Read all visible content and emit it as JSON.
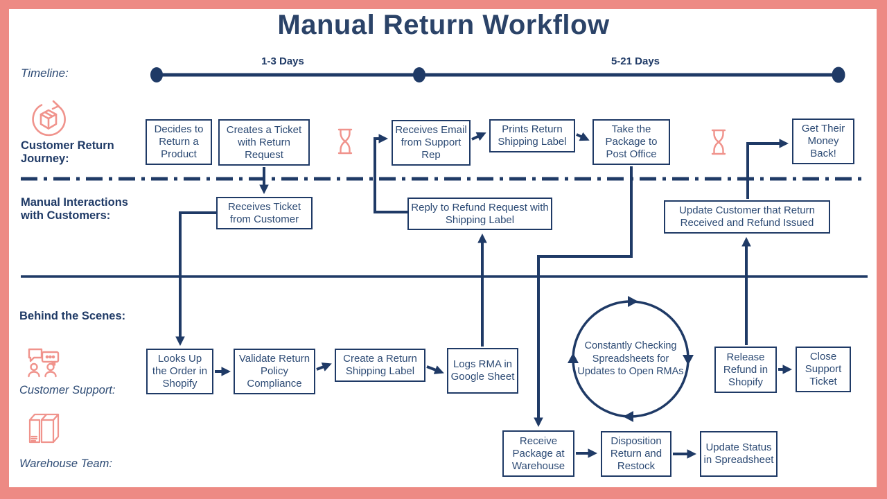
{
  "title": "Manual Return Workflow",
  "colors": {
    "navy": "#1f3a66",
    "navy_text": "#2c4a74",
    "coral_border": "#ed8a84",
    "coral_icon": "#f0938c",
    "background": "#ffffff"
  },
  "timeline": {
    "label": "Timeline:",
    "segment1": "1-3 Days",
    "segment2": "5-21 Days"
  },
  "lanes": {
    "customer_journey": "Customer Return Journey:",
    "manual_interactions": "Manual Interactions with Customers:",
    "behind_the_scenes": "Behind the Scenes:",
    "customer_support": "Customer Support:",
    "warehouse_team": "Warehouse Team:"
  },
  "icons": {
    "customer_journey": "return-package-icon",
    "wait_1": "hourglass-icon",
    "wait_2": "hourglass-icon",
    "customer_support": "support-chat-icon",
    "warehouse_team": "warehouse-boxes-icon"
  },
  "nodes": {
    "decides": "Decides to Return a Product",
    "creates_ticket": "Creates a Ticket with Return Request",
    "receives_email": "Receives Email from Support Rep",
    "prints_label": "Prints Return Shipping Label",
    "take_package": "Take the Package to Post Office",
    "get_money": "Get Their Money Back!",
    "receives_ticket": "Receives Ticket from Customer",
    "reply_refund": "Reply to Refund Request with Shipping Label",
    "update_customer": "Update Customer that Return Received and Refund Issued",
    "looks_up": "Looks Up the Order in Shopify",
    "validate": "Validate Return Policy Compliance",
    "create_label": "Create a Return Shipping Label",
    "logs_rma": "Logs RMA in Google Sheet",
    "release_refund": "Release Refund in Shopify",
    "close_ticket": "Close Support Ticket",
    "receive_package": "Receive Package at Warehouse",
    "disposition": "Disposition Return and Restock",
    "update_status": "Update Status in Spreadsheet",
    "loop": "Constantly Checking Spreadsheets for Updates to Open RMAs"
  }
}
